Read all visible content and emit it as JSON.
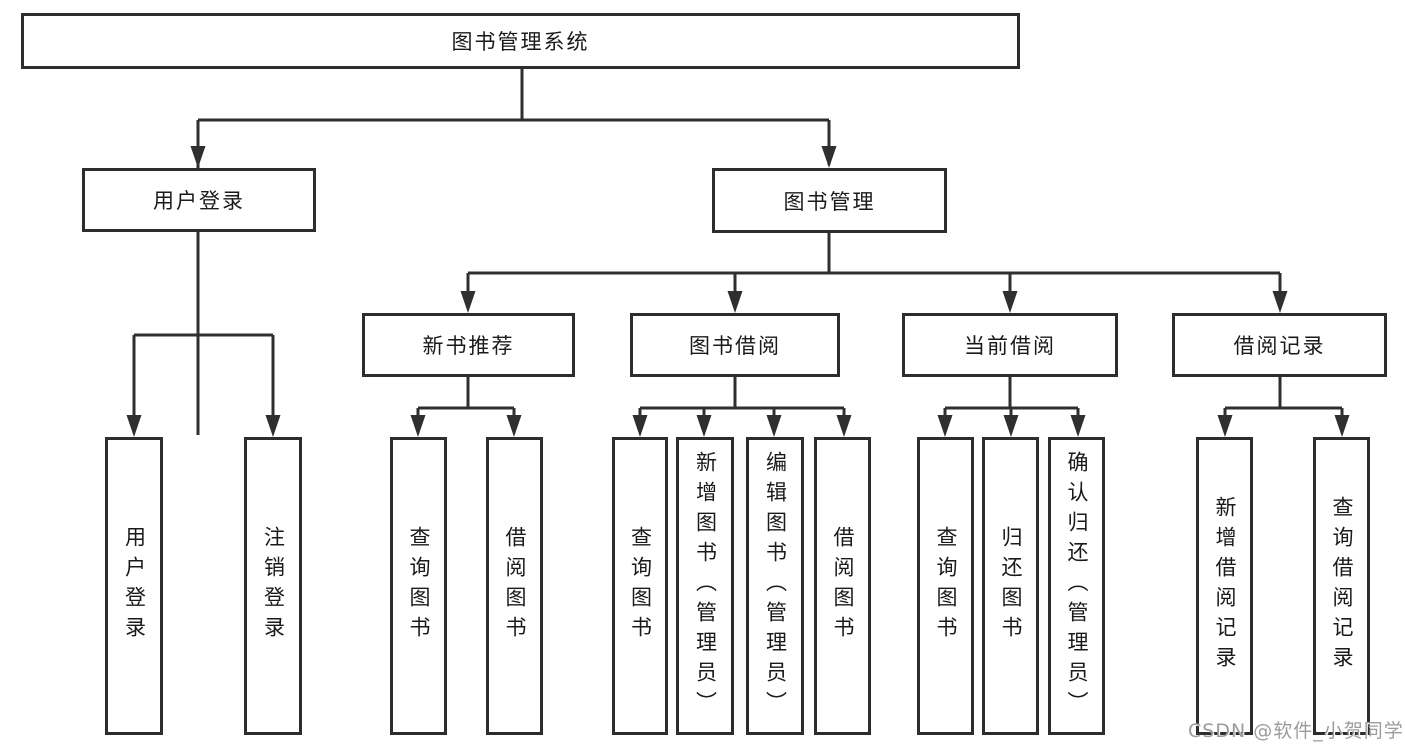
{
  "colors": {
    "line": "#2f2f2f",
    "box_border": "#2d2d2d",
    "text": "#1a1a1a",
    "watermark": "#9c9c9c",
    "background": "#ffffff"
  },
  "watermark": {
    "text": "CSDN @软件_小贺同学"
  },
  "tree": {
    "root": {
      "label": "图书管理系统",
      "children": [
        {
          "label": "用户登录",
          "children": [
            {
              "label": "用户登录"
            },
            {
              "label": "注销登录"
            }
          ]
        },
        {
          "label": "图书管理",
          "children": [
            {
              "label": "新书推荐",
              "children": [
                {
                  "label": "查询图书"
                },
                {
                  "label": "借阅图书"
                }
              ]
            },
            {
              "label": "图书借阅",
              "children": [
                {
                  "label": "查询图书"
                },
                {
                  "label": "新增图书（管理员）"
                },
                {
                  "label": "编辑图书（管理员）"
                },
                {
                  "label": "借阅图书"
                }
              ]
            },
            {
              "label": "当前借阅",
              "children": [
                {
                  "label": "查询图书"
                },
                {
                  "label": "归还图书"
                },
                {
                  "label": "确认归还（管理员）"
                }
              ]
            },
            {
              "label": "借阅记录",
              "children": [
                {
                  "label": "新增借阅记录"
                },
                {
                  "label": "查询借阅记录"
                }
              ]
            }
          ]
        }
      ]
    }
  }
}
